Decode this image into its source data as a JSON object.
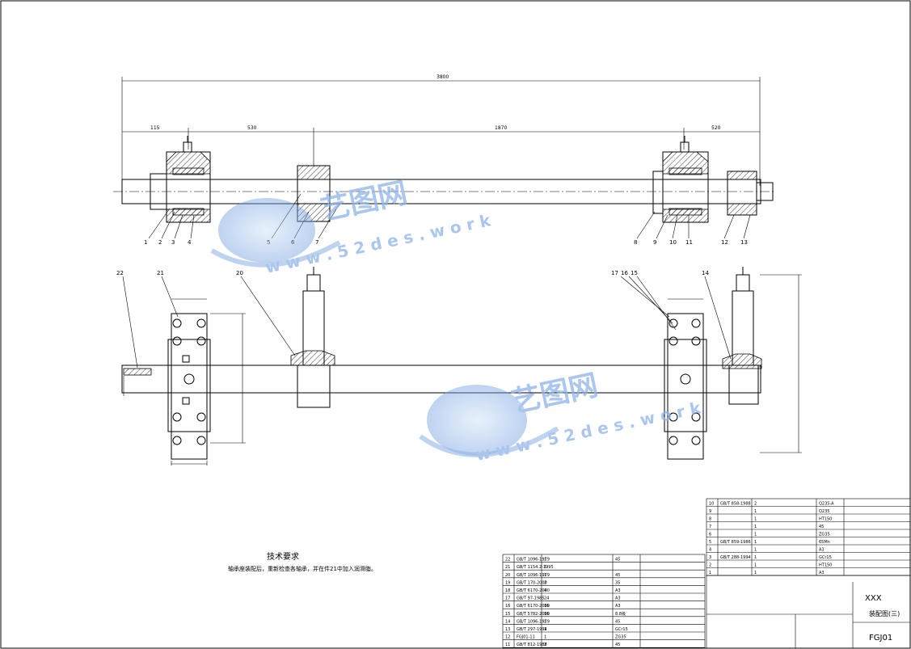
{
  "overall_dimension": "3800",
  "segment_dimensions": [
    "115",
    "530",
    "1870",
    "520"
  ],
  "part_numbers_top": [
    "1",
    "2",
    "3",
    "4",
    "5",
    "6",
    "7",
    "8",
    "9",
    "10",
    "11",
    "12",
    "13"
  ],
  "part_numbers_bottom": [
    "22",
    "21",
    "20",
    "17",
    "16",
    "15",
    "14"
  ],
  "technical_requirements": {
    "title": "技术要求",
    "text": "轴承座装配后，重新检查各轴承，并在件21中加入润滑脂。"
  },
  "watermark": {
    "cn": "艺图网",
    "url": "w w w . 5 2 d e s . w o r k"
  },
  "title_block": {
    "drawing_name": "XXX",
    "drawing_code": "FGJ01",
    "sheet_label": "装配图(三)"
  },
  "bom_left": [
    {
      "no": "22",
      "std": "GB/T 1096-1979",
      "qty": "1",
      "mat": "45"
    },
    {
      "no": "21",
      "std": "GB/T 1154.2-1995",
      "qty": "1",
      "mat": ""
    },
    {
      "no": "20",
      "std": "GB/T 1096-1979",
      "qty": "1",
      "mat": "45"
    },
    {
      "no": "19",
      "std": "GB/T 170-2000",
      "qty": "2",
      "mat": "35"
    },
    {
      "no": "18",
      "std": "GB/T 6170-2000",
      "qty": "4",
      "mat": "A3"
    },
    {
      "no": "17",
      "std": "GB/T 97-1985",
      "qty": "24",
      "mat": "A3"
    },
    {
      "no": "16",
      "std": "GB/T 6170-2000",
      "qty": "16",
      "mat": "A3"
    },
    {
      "no": "15",
      "std": "GB/T 5782-2000",
      "qty": "16",
      "mat": "8.8级"
    },
    {
      "no": "14",
      "std": "GB/T 1096-1979",
      "qty": "1",
      "mat": "45"
    },
    {
      "no": "13",
      "std": "GB/T 297-1994",
      "qty": "1",
      "mat": "GCr15"
    },
    {
      "no": "12",
      "std": "FGJ01-11",
      "qty": "1",
      "mat": "ZG35"
    },
    {
      "no": "11",
      "std": "GB/T 812-1988",
      "qty": "2",
      "mat": "45"
    }
  ],
  "bom_right": [
    {
      "no": "10",
      "std": "GB/T 858-1988",
      "qty": "2",
      "mat": "Q235-A"
    },
    {
      "no": "9",
      "std": "",
      "qty": "1",
      "mat": "Q235"
    },
    {
      "no": "8",
      "std": "",
      "qty": "1",
      "mat": "HT150"
    },
    {
      "no": "7",
      "std": "",
      "qty": "1",
      "mat": "45"
    },
    {
      "no": "6",
      "std": "",
      "qty": "1",
      "mat": "ZG35"
    },
    {
      "no": "5",
      "std": "GB/T 859-1986",
      "qty": "1",
      "mat": "65Mn"
    },
    {
      "no": "4",
      "std": "",
      "qty": "1",
      "mat": "A3"
    },
    {
      "no": "3",
      "std": "GB/T 288-1994",
      "qty": "1",
      "mat": "GCr15"
    },
    {
      "no": "2",
      "std": "",
      "qty": "1",
      "mat": "HT150"
    },
    {
      "no": "1",
      "std": "",
      "qty": "1",
      "mat": "A3"
    }
  ]
}
